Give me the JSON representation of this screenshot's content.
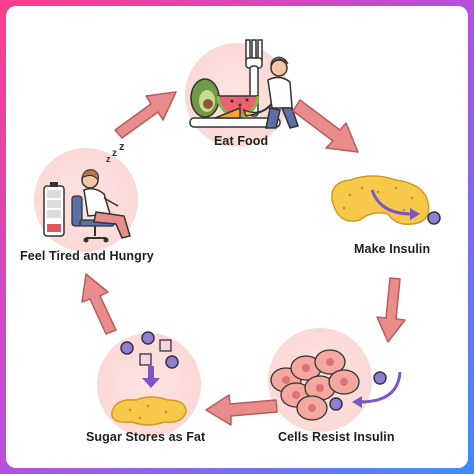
{
  "cycle": {
    "stages": [
      {
        "id": "eat",
        "label": "Eat Food",
        "icon": "food-plate-icon"
      },
      {
        "id": "insulin",
        "label": "Make Insulin",
        "icon": "pancreas-icon"
      },
      {
        "id": "resist",
        "label": "Cells Resist Insulin",
        "icon": "cells-icon"
      },
      {
        "id": "fat",
        "label": "Sugar Stores as Fat",
        "icon": "fat-storage-icon"
      },
      {
        "id": "tired",
        "label": "Feel Tired and Hungry",
        "icon": "tired-person-icon"
      }
    ]
  },
  "colors": {
    "arrow": "#e88c8c",
    "arrow_stroke": "#b85c5c",
    "circle_bg": "#fde4e2",
    "pancreas": "#f6c94a",
    "glucose": "#8e7fd6",
    "purple_arrow": "#7b57c9"
  }
}
